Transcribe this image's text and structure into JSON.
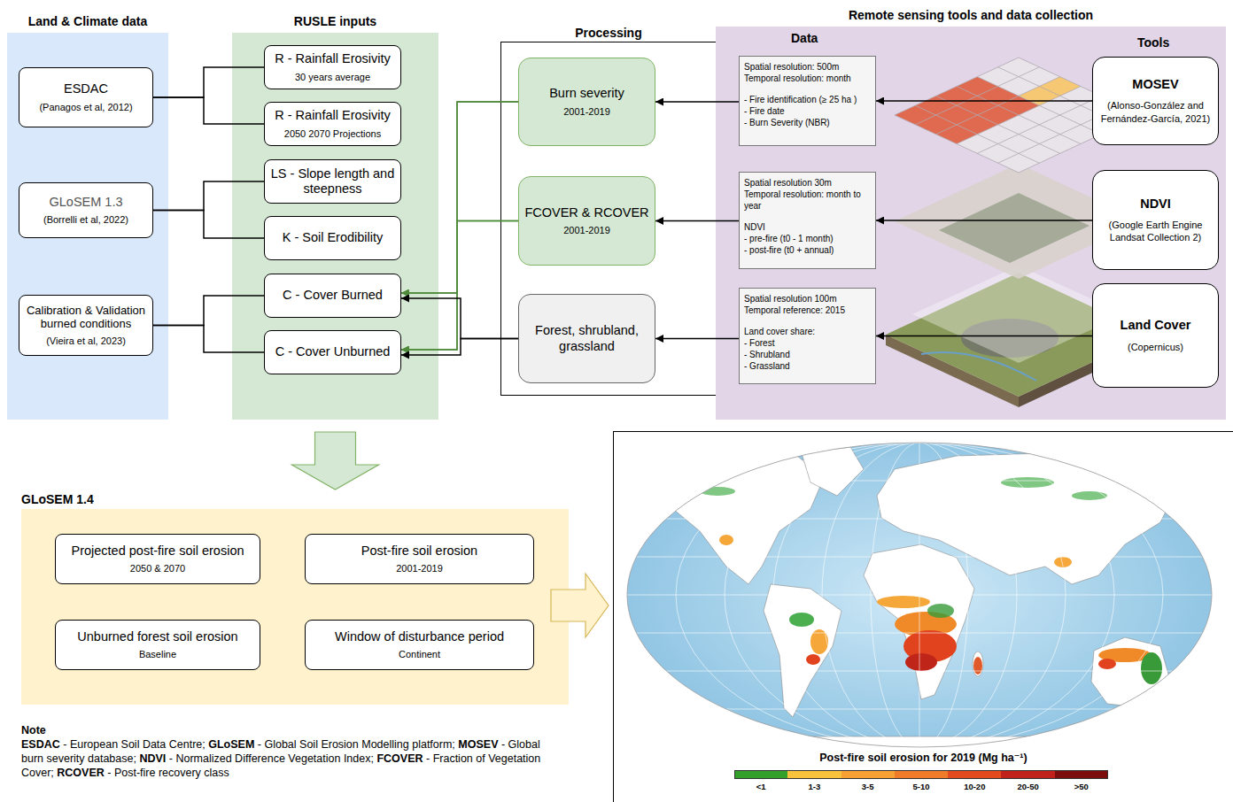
{
  "diagram": {
    "nodes": [
      {
        "text": [
          "Land & Climate data"
        ]
      },
      {
        "text": [
          "ESDAC",
          "(Panagos et al, 2012)"
        ],
        "in": 0
      },
      {
        "text": [
          "GLoSEM 1.3",
          "(Borrelli et al, 2022)"
        ],
        "in": 0
      },
      {
        "text": [
          "Calibration & Validation burned conditions",
          "(Vieira et al, 2023)"
        ],
        "in": 0
      },
      {
        "text": [
          "RUSLE inputs"
        ]
      },
      {
        "text": [
          "R - Rainfall Erosivity",
          "30 years average"
        ],
        "in": 4
      },
      {
        "text": [
          "R - Rainfall Erosivity",
          "2050 2070 Projections"
        ],
        "in": 4
      },
      {
        "text": [
          "LS - Slope length and steepness"
        ],
        "in": 4
      },
      {
        "text": [
          "K - Soil Erodibility"
        ],
        "in": 4
      },
      {
        "text": [
          "C - Cover Burned"
        ],
        "in": 4
      },
      {
        "text": [
          "C - Cover Unburned"
        ],
        "in": 4
      },
      {
        "text": [
          "Processing"
        ]
      },
      {
        "text": [
          "Burn severity",
          "2001-2019"
        ],
        "in": 11
      },
      {
        "text": [
          "FCOVER & RCOVER",
          "2001-2019"
        ],
        "in": 11
      },
      {
        "text": [
          "Forest, shrubland, grassland"
        ],
        "in": 11
      },
      {
        "text": [
          "Remote sensing tools and data collection"
        ]
      },
      {
        "text": [
          "Spatial resolution: 500m",
          "Temporal resolution: month",
          "- Fire identification (≥ 25 ha )",
          "- Fire date",
          "- Burn Severity (NBR)"
        ],
        "in": 15
      },
      {
        "text": [
          "Spatial resolution 30m",
          "Temporal resolution: month to year",
          "NDVI",
          "- pre-fire (t0 - 1 month)",
          "- post-fire (t0 + annual)"
        ],
        "in": 15
      },
      {
        "text": [
          "Spatial resolution 100m",
          "Temporal reference: 2015",
          "Land cover share:",
          "- Forest",
          "- Shrubland",
          "- Grassland"
        ],
        "in": 15
      },
      {
        "text": [
          "MOSEV",
          "(Alonso-González and Fernández-García, 2021)"
        ],
        "in": 15
      },
      {
        "text": [
          "NDVI",
          "(Google Earth Engine Landsat Collection 2)"
        ],
        "in": 15
      },
      {
        "text": [
          "Land Cover",
          "(Copernicus)"
        ],
        "in": 15
      },
      {
        "text": [
          "GLoSEM 1.4"
        ]
      },
      {
        "text": [
          "Projected post-fire soil erosion",
          "2050 & 2070"
        ],
        "in": 22
      },
      {
        "text": [
          "Post-fire soil erosion",
          "2001-2019"
        ],
        "in": 22
      },
      {
        "text": [
          "Unburned forest soil erosion",
          "Baseline"
        ],
        "in": 22
      },
      {
        "text": [
          "Window of disturbance period",
          "Continent"
        ],
        "in": 22
      },
      {
        "text": [
          "Post-fire soil erosion for 2019 (Mg ha⁻¹)"
        ]
      }
    ],
    "edges": [
      {
        "from": 1,
        "to": 5,
        "arrow": "none"
      },
      {
        "from": 1,
        "to": 6,
        "arrow": "none"
      },
      {
        "from": 2,
        "to": 7,
        "arrow": "none"
      },
      {
        "from": 2,
        "to": 8,
        "arrow": "none"
      },
      {
        "from": 3,
        "to": 9,
        "arrow": "none"
      },
      {
        "from": 3,
        "to": 10,
        "arrow": "none"
      },
      {
        "from": 12,
        "to": 9,
        "arrow": "to"
      },
      {
        "from": 12,
        "to": 10,
        "arrow": "to"
      },
      {
        "from": 13,
        "to": 9,
        "arrow": "to"
      },
      {
        "from": 13,
        "to": 10,
        "arrow": "to"
      },
      {
        "from": 14,
        "to": 9,
        "arrow": "to"
      },
      {
        "from": 14,
        "to": 10,
        "arrow": "to"
      },
      {
        "from": 16,
        "to": 12,
        "arrow": "to"
      },
      {
        "from": 17,
        "to": 13,
        "arrow": "to"
      },
      {
        "from": 18,
        "to": 14,
        "arrow": "to"
      },
      {
        "from": 19,
        "to": 16,
        "arrow": "to"
      },
      {
        "from": 20,
        "to": 17,
        "arrow": "to"
      },
      {
        "from": 21,
        "to": 18,
        "arrow": "to"
      },
      {
        "from": 4,
        "to": 22,
        "arrow": "to"
      },
      {
        "from": 22,
        "to": 27,
        "arrow": "to"
      }
    ],
    "labels": [
      "Data",
      "Tools",
      "Note",
      "ESDAC",
      "- European Soil Data Centre;",
      "GLoSEM",
      "- Global Soil Erosion Modelling platform;",
      "MOSEV",
      "- Global burn severity database;",
      "NDVI",
      "- Normalized Difference Vegetation Index;",
      "FCOVER",
      "- Fraction of Vegetation Cover;",
      "RCOVER",
      "- Post-fire recovery class"
    ],
    "legend": [
      {
        "text": "<1",
        "color": "#33a02c"
      },
      {
        "text": "1-3",
        "color": "#f9c23c"
      },
      {
        "text": "3-5",
        "color": "#f7a033"
      },
      {
        "text": "5-10",
        "color": "#f07b28"
      },
      {
        "text": "10-20",
        "color": "#e34a1e"
      },
      {
        "text": "20-50",
        "color": "#c0211a"
      },
      {
        "text": ">50",
        "color": "#7b0d0d"
      }
    ]
  }
}
